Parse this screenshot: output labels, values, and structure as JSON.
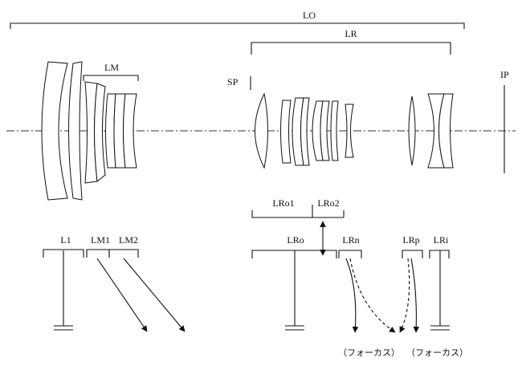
{
  "labels": {
    "lo": "LO",
    "lr": "LR",
    "lm": "LM",
    "sp": "SP",
    "ip": "IP",
    "lro1": "LRo1",
    "lro2": "LRo2",
    "l1": "L1",
    "lm1": "LM1",
    "lm2": "LM2",
    "lro": "LRo",
    "lrn": "LRn",
    "lrp": "LRp",
    "lri": "LRi"
  },
  "notes": {
    "focus_left": "（フォーカス）",
    "focus_right": "（フォーカス）"
  }
}
